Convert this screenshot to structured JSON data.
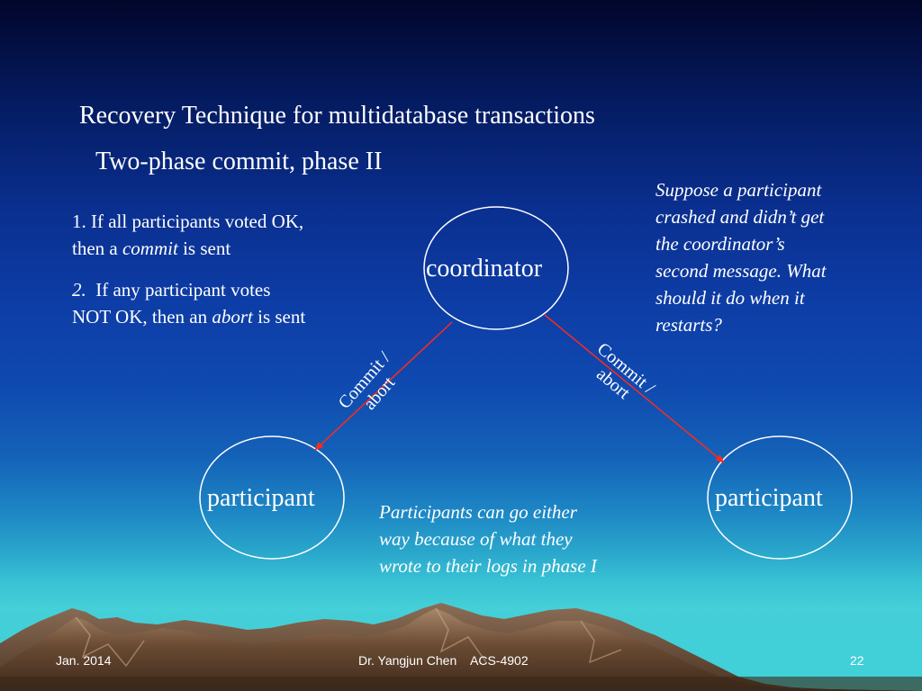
{
  "slide": {
    "title": "Recovery Technique for multidatabase transactions",
    "subtitle": "Two-phase commit, phase II"
  },
  "rules": {
    "rule1_line1": "1. If all participants voted OK,",
    "rule1_line2_pre": "then a ",
    "rule1_line2_em": "commit",
    "rule1_line2_post": " is sent",
    "rule2_num": "2.",
    "rule2_line1": "  If any participant votes",
    "rule2_line2_pre": "NOT OK, then an ",
    "rule2_line2_em": "abort",
    "rule2_line2_post": " is sent"
  },
  "diagram": {
    "coordinator": "coordinator",
    "participant_left": "participant",
    "participant_right": "participant",
    "arrow_label_line1": "Commit /",
    "arrow_label_line2": "abort",
    "arrow_color": "#ff2a1a"
  },
  "notes": {
    "right": [
      "Suppose a participant",
      "crashed and didn’t get",
      "the coordinator’s",
      "second message. What",
      "should it do when it",
      "restarts?"
    ],
    "bottom": [
      "Participants can go either",
      "way because of what they",
      "wrote to their logs in phase I"
    ]
  },
  "footer": {
    "date": "Jan. 2014",
    "center": "Dr. Yangjun Chen    ACS-4902",
    "page": "22"
  }
}
